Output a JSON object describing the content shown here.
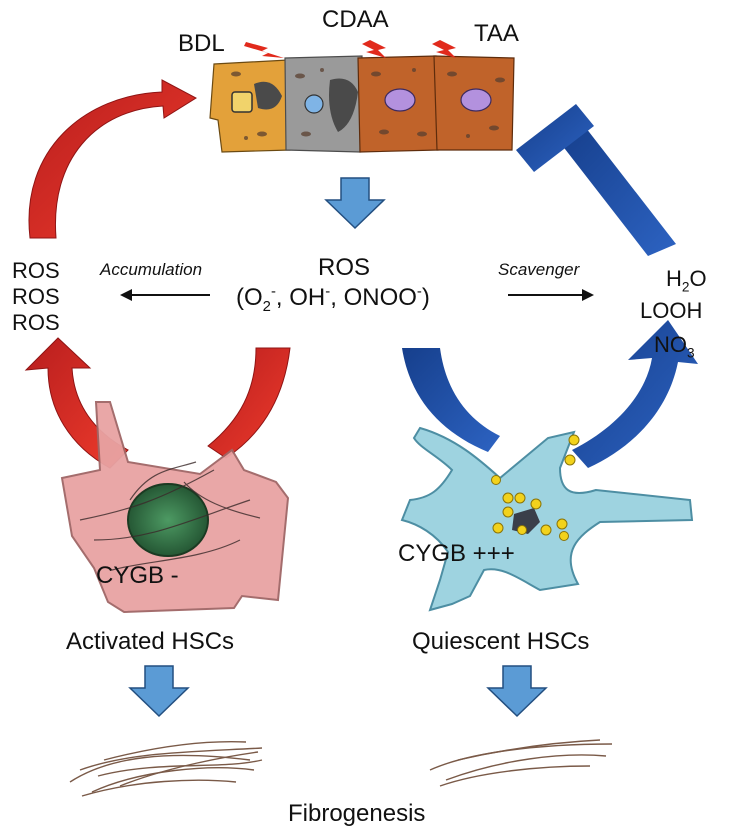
{
  "insults": {
    "bdl": "BDL",
    "cdaa": "CDAA",
    "taa": "TAA"
  },
  "center": {
    "ros_title": "ROS",
    "species_open": "(O",
    "o2_sub": "2",
    "o2_sup": "-",
    "sep1": ", OH",
    "oh_sup": "-",
    "sep2": ", ONOO",
    "onoo_sup": "-",
    "species_close": ")"
  },
  "left": {
    "accumulation": "Accumulation",
    "ros_stack": [
      "ROS",
      "ROS",
      "ROS"
    ]
  },
  "right": {
    "scavenger": "Scavenger",
    "h2o_h": "H",
    "h2o_sub": "2",
    "h2o_o": "O",
    "looh": "LOOH",
    "no3_no": "NO",
    "no3_sub": "3"
  },
  "cells": {
    "activated_marker": "CYGB -",
    "activated_label": "Activated HSCs",
    "quiescent_marker": "CYGB +++",
    "quiescent_label": "Quiescent HSCs"
  },
  "outcome": {
    "fibrogenesis": "Fibrogenesis"
  },
  "colors": {
    "red_arrow": "#d42a22",
    "blue_arrow": "#1f4fa8",
    "light_blue_arrow": "#5b9bd5",
    "hepatocyte_orange": "#e3a13a",
    "hepatocyte_brown": "#c0632a",
    "hepatocyte_gray": "#9a9a9a",
    "activated_cell": "#e8a3a3",
    "quiescent_cell": "#9ed3e0",
    "lipid_droplet": "#f2d21c",
    "fiber": "#7a5a48"
  }
}
